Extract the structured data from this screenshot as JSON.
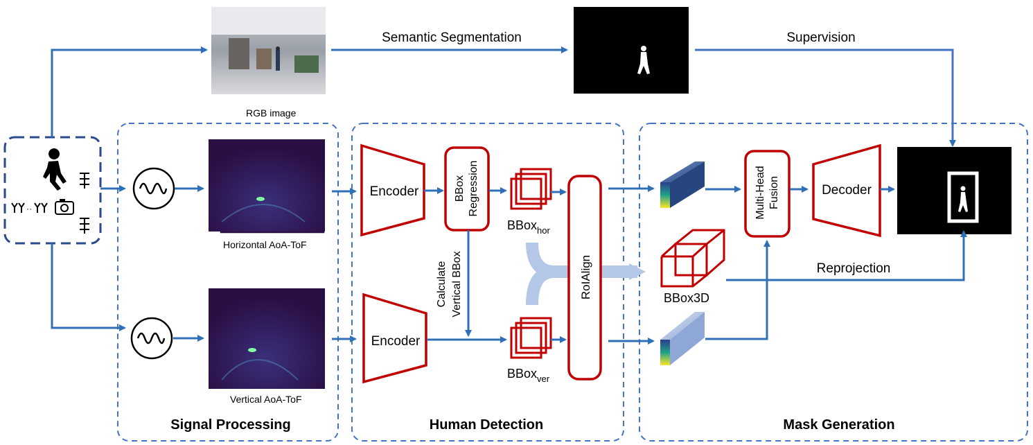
{
  "labels": {
    "semantic_segmentation": "Semantic Segmentation",
    "supervision": "Supervision",
    "rgb_image": "RGB image",
    "horizontal_aoa": "Horizontal AoA-ToF",
    "vertical_aoa": "Vertical AoA-ToF",
    "encoder": "Encoder",
    "bbox_regression_1": "BBox",
    "bbox_regression_2": "Regression",
    "bbox_hor": "BBox",
    "bbox_hor_sub": "hor",
    "bbox_ver": "BBox",
    "bbox_ver_sub": "ver",
    "calc_vertical_1": "Calculate",
    "calc_vertical_2": "Vertical BBox",
    "roialign": "RoIAlign",
    "multihead_1": "Multi-Head",
    "multihead_2": "Fusion",
    "decoder": "Decoder",
    "bbox3d": "BBox3D",
    "reprojection": "Reprojection"
  },
  "sections": {
    "signal_processing": "Signal Processing",
    "human_detection": "Human Detection",
    "mask_generation": "Mask Generation"
  },
  "colors": {
    "arrow": "#2f6fb8",
    "dashed_border": "#4472c4",
    "module_red": "#c00000",
    "fusion_gray": "#b4c7e7"
  },
  "icons": [
    "person-walking-icon",
    "antenna-array-icon",
    "camera-icon",
    "sine-wave-icon"
  ]
}
